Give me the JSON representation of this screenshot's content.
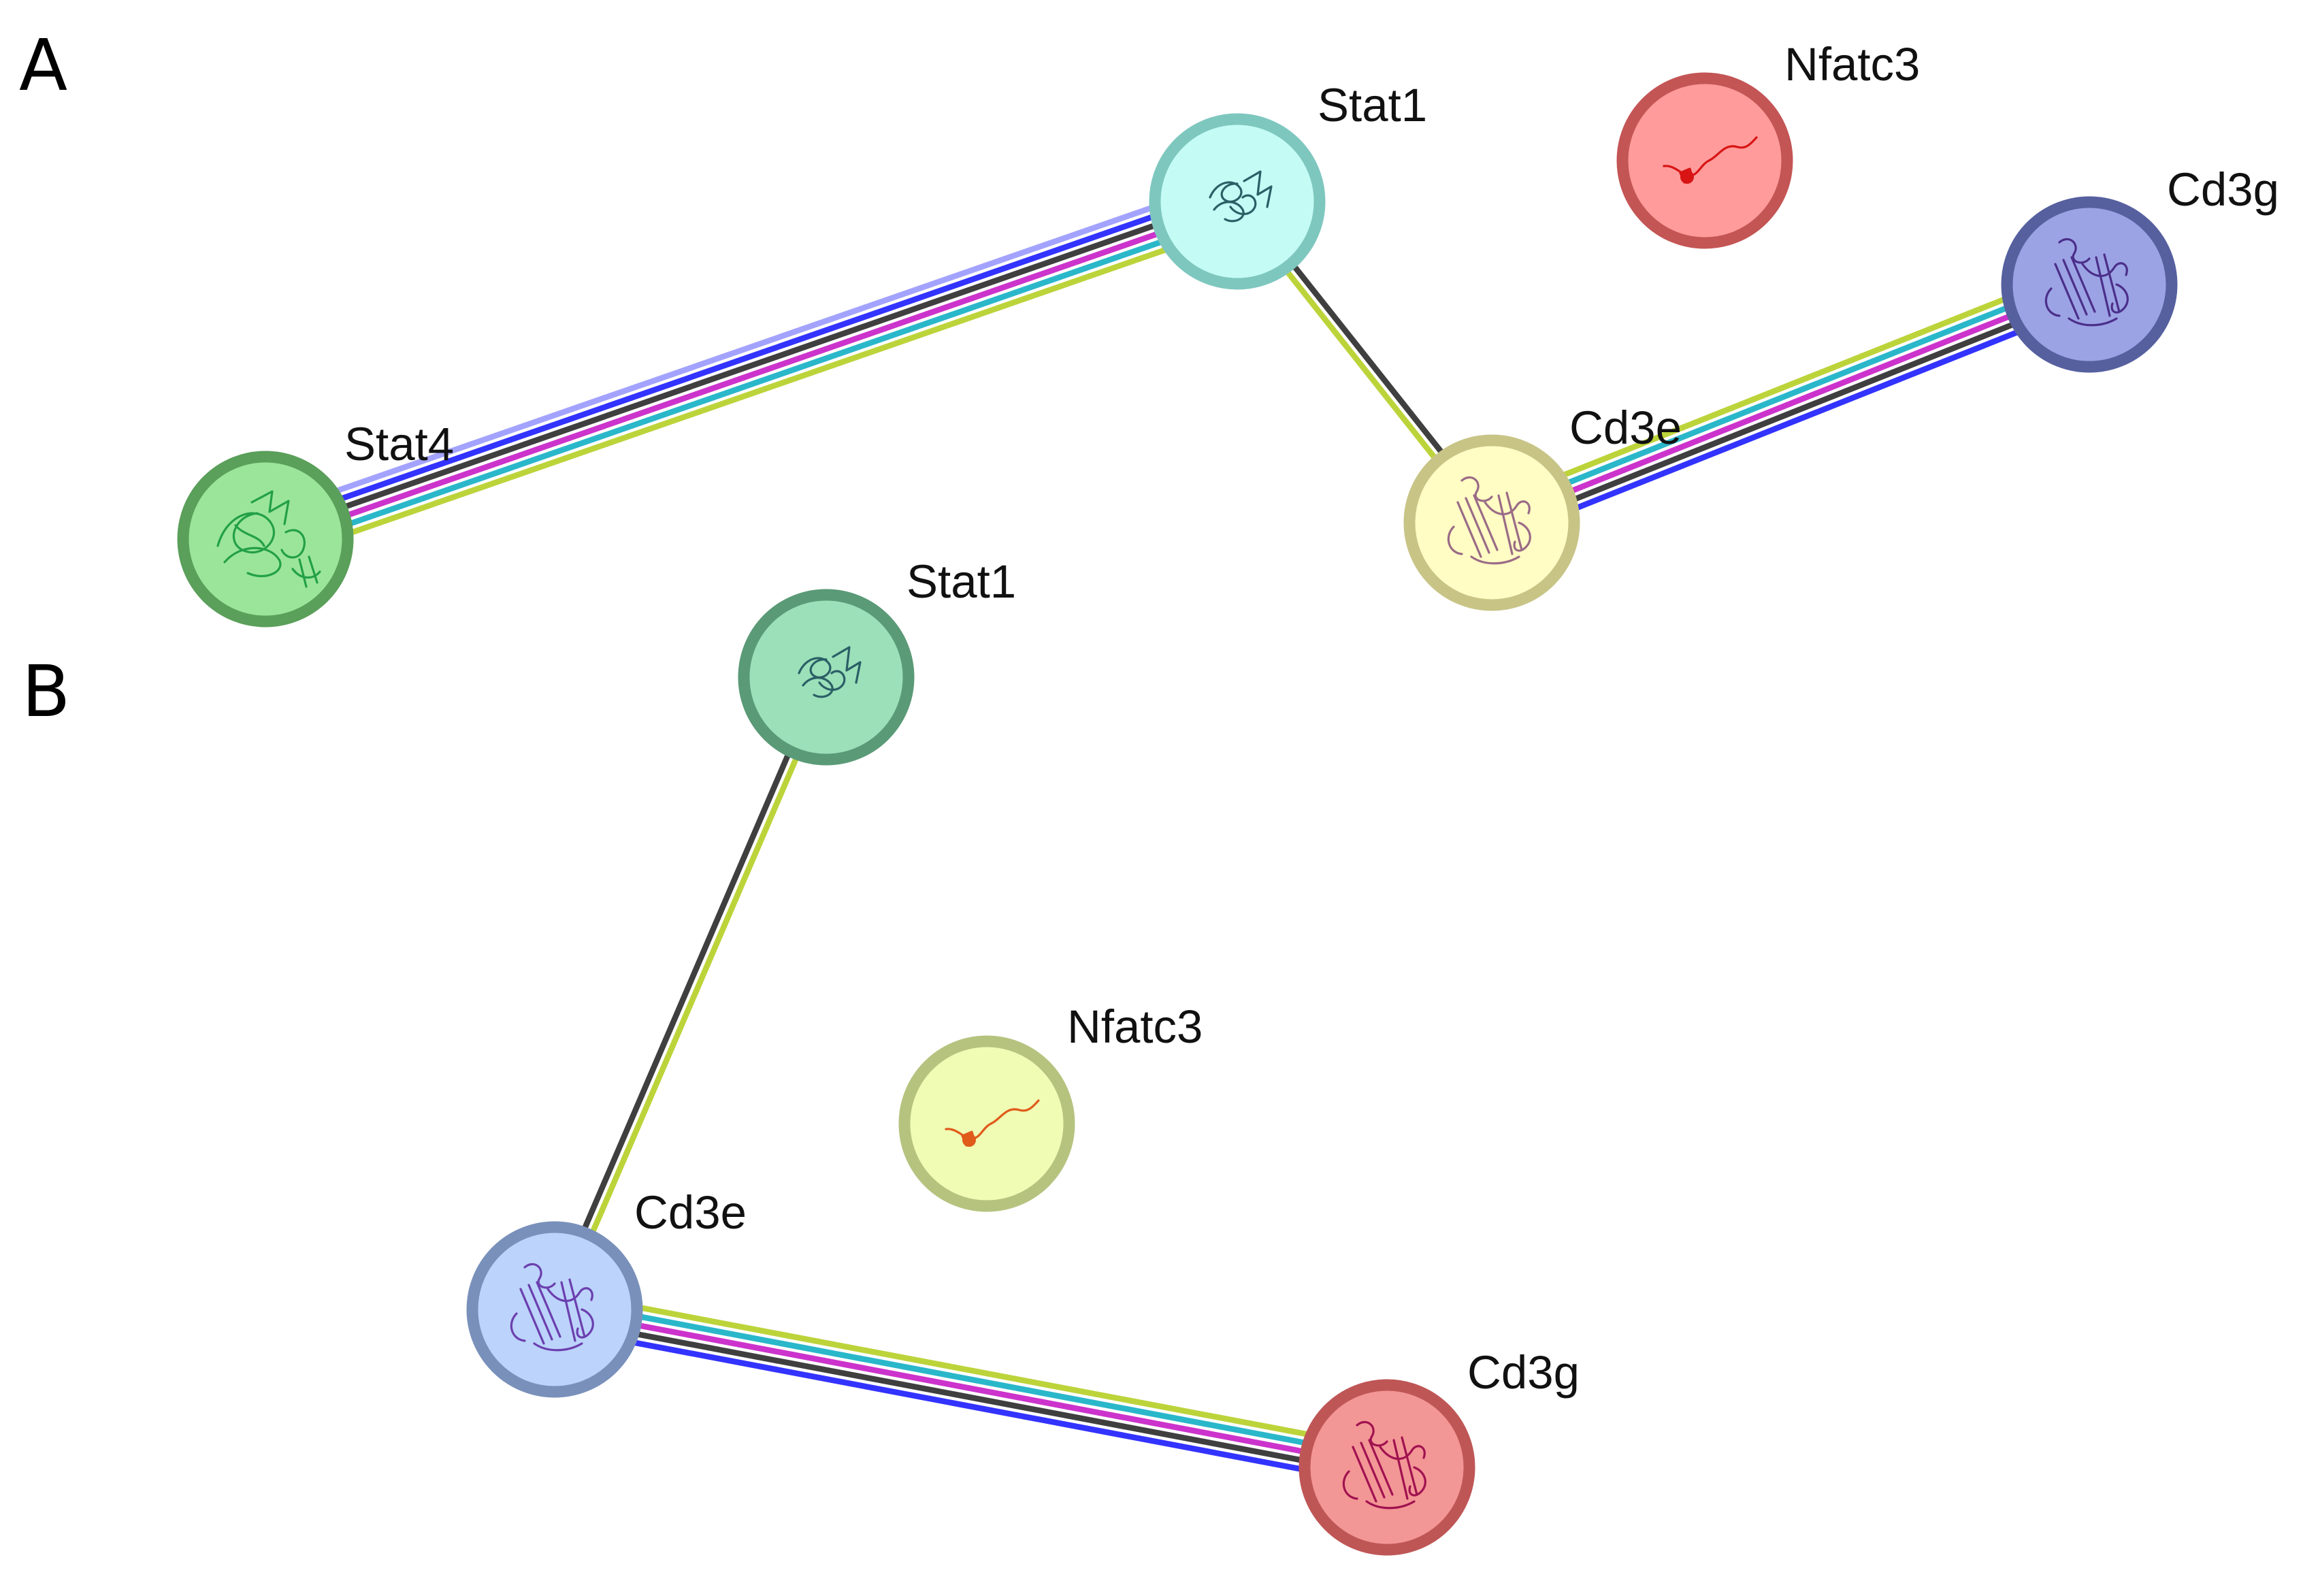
{
  "colors": {
    "experimental": "#bcd43a",
    "database": "#2ab7ca",
    "coexpression": "#3f3f3f",
    "textmining": "#cc33cc",
    "homology": "#3333ff",
    "gene_fusion": "#a3a3ff",
    "neighborhood": "#3535e0"
  },
  "panels": [
    {
      "label": "A",
      "nodes": [
        {
          "id": "stat1",
          "label": "Stat1",
          "fill": "#c4fbf5",
          "stroke": "#7ec7bf",
          "glyph": "#2b5f66",
          "icon": "stat-structure-icon"
        },
        {
          "id": "nfatc3",
          "label": "Nfatc3",
          "fill": "#ff9b9b",
          "stroke": "#c45555",
          "glyph": "#d81414",
          "icon": "nfatc3-structure-icon"
        },
        {
          "id": "cd3g",
          "label": "Cd3g",
          "fill": "#9ca3e4",
          "stroke": "#56609f",
          "glyph": "#4b2f8a",
          "icon": "cd3-structure-icon"
        },
        {
          "id": "stat4",
          "label": "Stat4",
          "fill": "#9be59b",
          "stroke": "#5a9f5a",
          "glyph": "#23a047",
          "icon": "stat4-structure-icon"
        },
        {
          "id": "cd3e",
          "label": "Cd3e",
          "fill": "#fffcc4",
          "stroke": "#c8c486",
          "glyph": "#9a6b86",
          "icon": "cd3-structure-icon"
        }
      ],
      "edges": [
        {
          "from": "stat4",
          "to": "stat1",
          "types": [
            "gene_fusion",
            "homology",
            "coexpression",
            "textmining",
            "database",
            "experimental"
          ]
        },
        {
          "from": "stat1",
          "to": "cd3e",
          "types": [
            "coexpression",
            "experimental"
          ]
        },
        {
          "from": "cd3e",
          "to": "cd3g",
          "types": [
            "experimental",
            "database",
            "textmining",
            "coexpression",
            "homology"
          ]
        }
      ]
    },
    {
      "label": "B",
      "nodes": [
        {
          "id": "stat1",
          "label": "Stat1",
          "fill": "#9be0b9",
          "stroke": "#5a9a77",
          "glyph": "#2b5f66",
          "icon": "stat-structure-icon"
        },
        {
          "id": "nfatc3",
          "label": "Nfatc3",
          "fill": "#f0fbb4",
          "stroke": "#b6c37f",
          "glyph": "#e05a1a",
          "icon": "nfatc3-structure-icon"
        },
        {
          "id": "cd3e",
          "label": "Cd3e",
          "fill": "#bcd3fb",
          "stroke": "#7990bb",
          "glyph": "#6b3fae",
          "icon": "cd3-structure-icon"
        },
        {
          "id": "cd3g",
          "label": "Cd3g",
          "fill": "#f39696",
          "stroke": "#bf5656",
          "glyph": "#a0124f",
          "icon": "cd3-structure-icon"
        }
      ],
      "edges": [
        {
          "from": "stat1",
          "to": "cd3e",
          "types": [
            "experimental",
            "coexpression"
          ]
        },
        {
          "from": "cd3e",
          "to": "cd3g",
          "types": [
            "experimental",
            "database",
            "textmining",
            "coexpression",
            "homology"
          ]
        }
      ]
    }
  ]
}
